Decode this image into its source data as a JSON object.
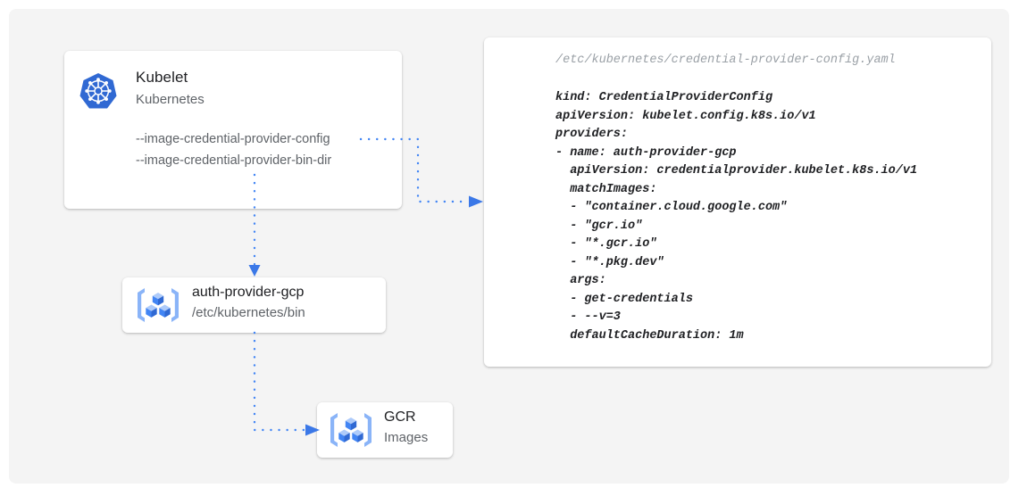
{
  "diagram": {
    "background_color": "#f4f4f4",
    "accent_color": "#4285f4",
    "kubelet_card": {
      "icon": "kubernetes-helm-icon",
      "title": "Kubelet",
      "subtitle": "Kubernetes",
      "flags": [
        "--image-credential-provider-config",
        "--image-credential-provider-bin-dir"
      ]
    },
    "auth_provider_card": {
      "icon": "container-registry-icon",
      "title": "auth-provider-gcp",
      "subtitle": "/etc/kubernetes/bin"
    },
    "gcr_card": {
      "icon": "container-registry-icon",
      "title": "GCR",
      "subtitle": "Images"
    },
    "yaml_card": {
      "filename": "/etc/kubernetes/credential-provider-config.yaml",
      "content": "kind: CredentialProviderConfig\napiVersion: kubelet.config.k8s.io/v1\nproviders:\n- name: auth-provider-gcp\n  apiVersion: credentialprovider.kubelet.k8s.io/v1\n  matchImages:\n  - \"container.cloud.google.com\"\n  - \"gcr.io\"\n  - \"*.gcr.io\"\n  - \"*.pkg.dev\"\n  args:\n  - get-credentials\n  - --v=3\n  defaultCacheDuration: 1m"
    },
    "connectors": [
      {
        "name": "kubelet-to-config",
        "from": "kubelet-card",
        "to": "yaml-card",
        "style": "dotted-arrow"
      },
      {
        "name": "kubelet-to-auth-provider",
        "from": "kubelet-card",
        "to": "auth-provider-card",
        "style": "dotted-arrow"
      },
      {
        "name": "auth-provider-to-gcr",
        "from": "auth-provider-card",
        "to": "gcr-card",
        "style": "dotted-arrow"
      }
    ]
  }
}
